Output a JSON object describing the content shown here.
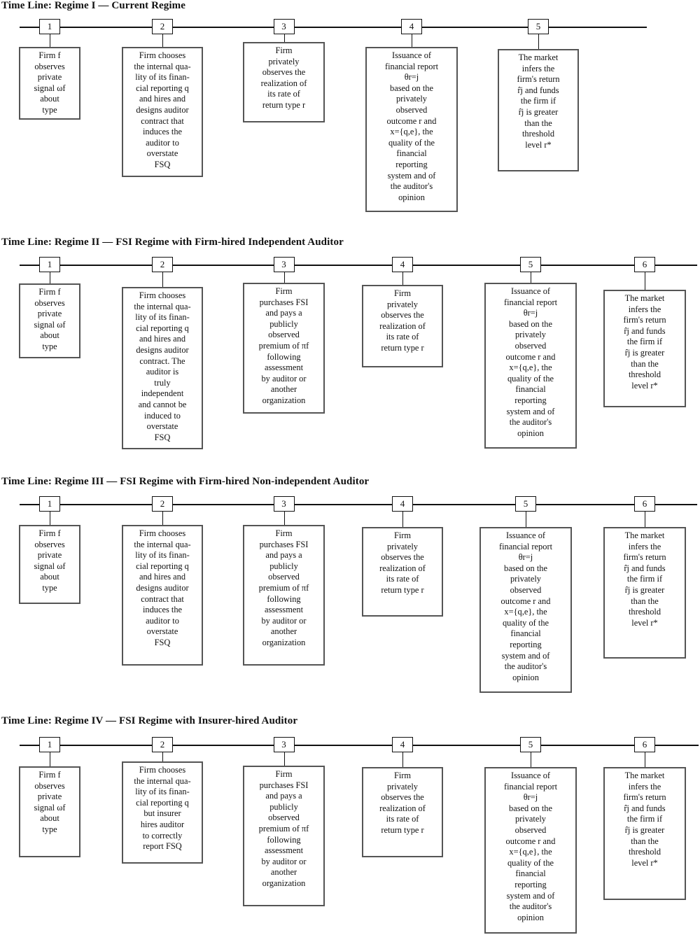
{
  "timelines": [
    {
      "title": "Time Line: Regime I — Current Regime",
      "steps": [
        {
          "num": "1",
          "lines": [
            "Firm f",
            "observes",
            "private",
            "signal ωf",
            "about",
            "type"
          ]
        },
        {
          "num": "2",
          "lines": [
            "Firm chooses",
            "the internal qua-",
            "lity of its finan-",
            "cial reporting q",
            "and hires and",
            "designs auditor",
            "contract that",
            "induces the",
            "auditor to",
            "overstate",
            "FSQ"
          ]
        },
        {
          "num": "3",
          "lines": [
            "Firm",
            "privately",
            "observes the",
            "realization of",
            "its rate of",
            "return type r"
          ]
        },
        {
          "num": "4",
          "lines": [
            "Issuance of",
            "financial report",
            "θr=j",
            "based on the",
            "privately",
            "observed",
            "outcome r and",
            "x={q,e}, the",
            "quality of the",
            "financial",
            "reporting",
            "system and of",
            "the auditor's",
            "opinion"
          ]
        },
        {
          "num": "5",
          "lines": [
            "The market",
            "infers the",
            "firm's return",
            "r̂j and funds",
            "the firm if",
            "r̂j is greater",
            "than the",
            "threshold",
            "level r*"
          ]
        }
      ]
    },
    {
      "title": "Time Line: Regime II — FSI Regime with Firm-hired Independent Auditor",
      "steps": [
        {
          "num": "1",
          "lines": [
            "Firm f",
            "observes",
            "private",
            "signal ωf",
            "about",
            "type"
          ]
        },
        {
          "num": "2",
          "lines": [
            "Firm chooses",
            "the internal qua-",
            "lity of its finan-",
            "cial reporting q",
            "and hires and",
            "designs auditor",
            "contract. The",
            "auditor is",
            "truly",
            "independent",
            "and cannot be",
            "induced to",
            "overstate",
            "FSQ"
          ]
        },
        {
          "num": "3",
          "lines": [
            "Firm",
            "purchases FSI",
            "and pays a",
            "publicly",
            "observed",
            "premium of πf",
            "following",
            "assessment",
            "by auditor or",
            "another",
            "organization"
          ]
        },
        {
          "num": "4",
          "lines": [
            "Firm",
            "privately",
            "observes the",
            "realization of",
            "its rate of",
            "return type r"
          ]
        },
        {
          "num": "5",
          "lines": [
            "Issuance of",
            "financial report",
            "θr=j",
            "based on the",
            "privately",
            "observed",
            "outcome r and",
            "x={q,e}, the",
            "quality of the",
            "financial",
            "reporting",
            "system and of",
            "the auditor's",
            "opinion"
          ]
        },
        {
          "num": "6",
          "lines": [
            "The market",
            "infers the",
            "firm's return",
            "r̂j and funds",
            "the firm if",
            "r̂j is greater",
            "than the",
            "threshold",
            "level r*"
          ]
        }
      ]
    },
    {
      "title": "Time Line: Regime III — FSI Regime with Firm-hired Non-independent Auditor",
      "steps": [
        {
          "num": "1",
          "lines": [
            "Firm f",
            "observes",
            "private",
            "signal ωf",
            "about",
            "type"
          ]
        },
        {
          "num": "2",
          "lines": [
            "Firm chooses",
            "the internal qua-",
            "lity of its finan-",
            "cial reporting q",
            "and hires and",
            "designs auditor",
            "contract that",
            "induces the",
            "auditor to",
            "overstate",
            "FSQ"
          ]
        },
        {
          "num": "3",
          "lines": [
            "Firm",
            "purchases FSI",
            "and pays a",
            "publicly",
            "observed",
            "premium of πf",
            "following",
            "assessment",
            "by auditor or",
            "another",
            "organization"
          ]
        },
        {
          "num": "4",
          "lines": [
            "Firm",
            "privately",
            "observes the",
            "realization of",
            "its rate of",
            "return type r"
          ]
        },
        {
          "num": "5",
          "lines": [
            "Issuance of",
            "financial report",
            "θr=j",
            "based on the",
            "privately",
            "observed",
            "outcome r and",
            "x={q,e}, the",
            "quality of the",
            "financial",
            "reporting",
            "system and of",
            "the auditor's",
            "opinion"
          ]
        },
        {
          "num": "6",
          "lines": [
            "The market",
            "infers the",
            "firm's return",
            "r̂j and funds",
            "the firm if",
            "r̂j is greater",
            "than the",
            "threshold",
            "level r*"
          ]
        }
      ]
    },
    {
      "title": "Time Line: Regime IV — FSI Regime with Insurer-hired Auditor",
      "steps": [
        {
          "num": "1",
          "lines": [
            "Firm f",
            "observes",
            "private",
            "signal ωf",
            "about",
            "type"
          ]
        },
        {
          "num": "2",
          "lines": [
            "Firm chooses",
            "the internal qua-",
            "lity of its finan-",
            "cial reporting q",
            "but insurer",
            "hires auditor",
            "to correctly",
            "report FSQ"
          ]
        },
        {
          "num": "3",
          "lines": [
            "Firm",
            "purchases FSI",
            "and pays a",
            "publicly",
            "observed",
            "premium of πf",
            "following",
            "assessment",
            "by auditor or",
            "another",
            "organization"
          ]
        },
        {
          "num": "4",
          "lines": [
            "Firm",
            "privately",
            "observes the",
            "realization of",
            "its rate of",
            "return type r"
          ]
        },
        {
          "num": "5",
          "lines": [
            "Issuance of",
            "financial report",
            "θr=j",
            "based on the",
            "privately",
            "observed",
            "outcome r and",
            "x={q,e}, the",
            "quality of the",
            "financial",
            "reporting",
            "system and of",
            "the auditor's",
            "opinion"
          ]
        },
        {
          "num": "6",
          "lines": [
            "The market",
            "infers the",
            "firm's return",
            "r̂j and funds",
            "the firm if",
            "r̂j is greater",
            "than the",
            "threshold",
            "level r*"
          ]
        }
      ]
    }
  ]
}
